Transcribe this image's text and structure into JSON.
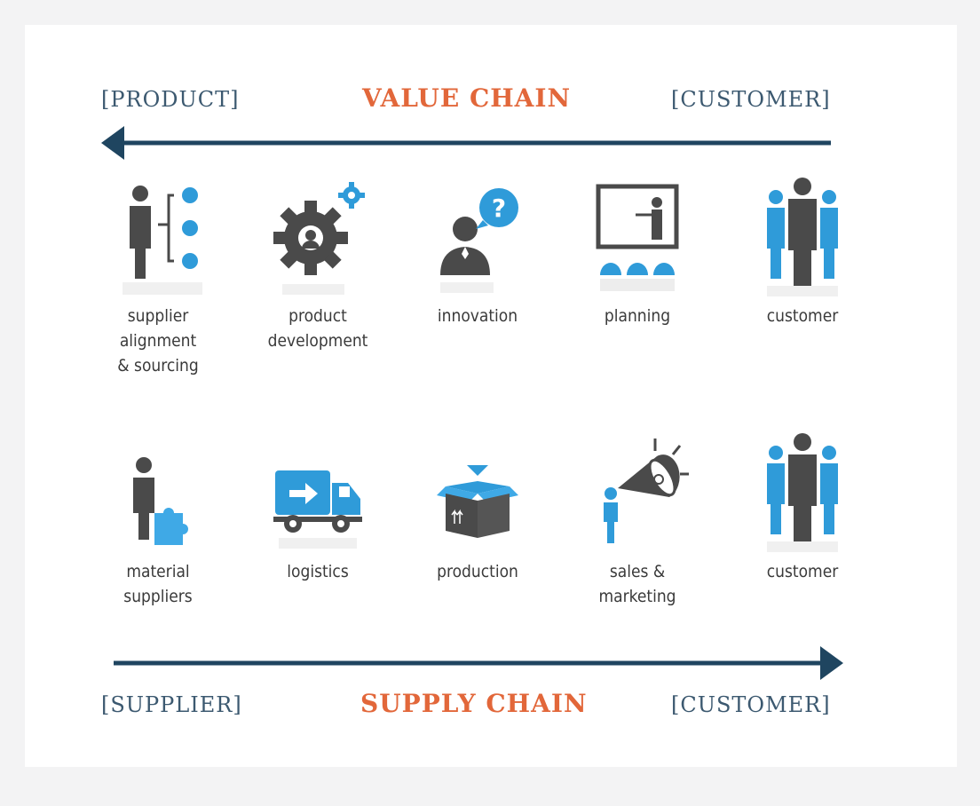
{
  "value_chain": {
    "left_label": "[PRODUCT]",
    "title": "VALUE CHAIN",
    "right_label": "[CUSTOMER]",
    "direction": "right-to-left",
    "items": [
      {
        "label": "supplier\nalignment\n& sourcing",
        "icon": "person-with-branches-icon"
      },
      {
        "label": "product\ndevelopment",
        "icon": "gear-person-icon"
      },
      {
        "label": "innovation",
        "icon": "person-question-icon"
      },
      {
        "label": "planning",
        "icon": "presentation-board-icon"
      },
      {
        "label": "customer",
        "icon": "customer-group-icon"
      }
    ]
  },
  "supply_chain": {
    "left_label": "[SUPPLIER]",
    "title": "SUPPLY CHAIN",
    "right_label": "[CUSTOMER]",
    "direction": "left-to-right",
    "items": [
      {
        "label": "material\nsuppliers",
        "icon": "person-puzzle-icon"
      },
      {
        "label": "logistics",
        "icon": "delivery-truck-icon"
      },
      {
        "label": "production",
        "icon": "open-box-icon"
      },
      {
        "label": "sales &\nmarketing",
        "icon": "megaphone-icon"
      },
      {
        "label": "customer",
        "icon": "customer-group-icon"
      }
    ]
  },
  "colors": {
    "navy": "#1f4560",
    "orange": "#e2673a",
    "blue": "#2f9bd9",
    "gray": "#4a4a4a"
  }
}
